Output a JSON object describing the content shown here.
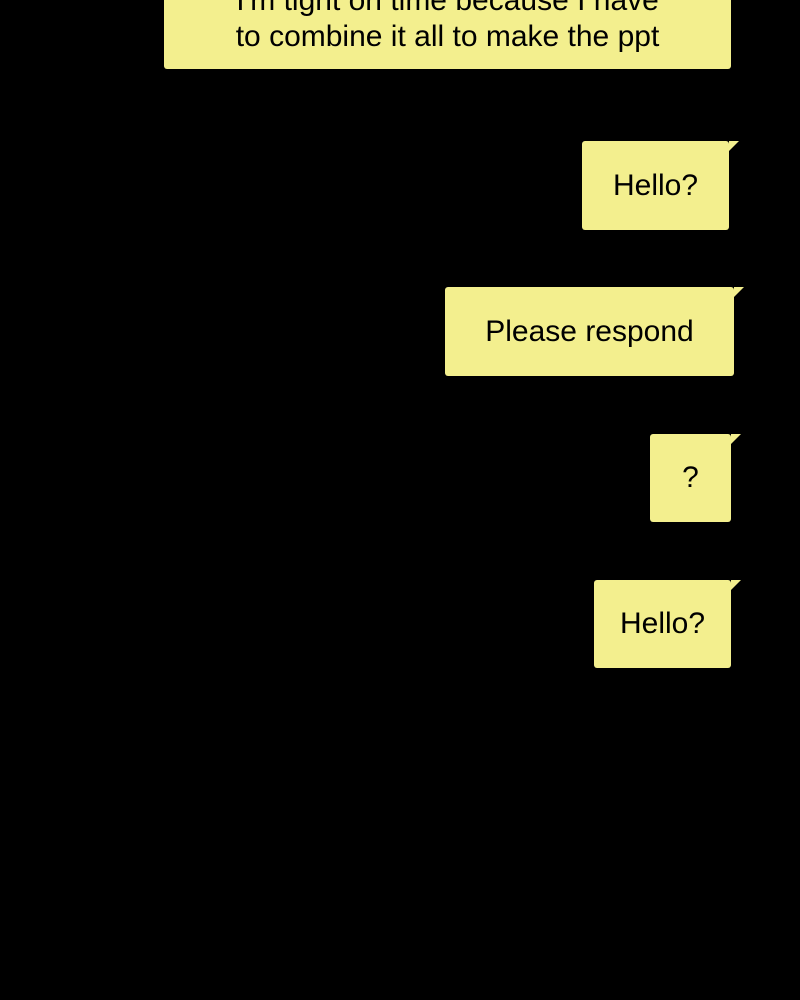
{
  "messages": [
    {
      "lines": [
        "I'm tight on time because I have",
        "to combine it all to make the ppt"
      ]
    },
    {
      "text": "Hello?"
    },
    {
      "text": "Please respond"
    },
    {
      "text": "?"
    },
    {
      "text": "Hello?"
    }
  ],
  "colors": {
    "background": "#000000",
    "bubble": "#f3ef8e",
    "text": "#000000"
  }
}
